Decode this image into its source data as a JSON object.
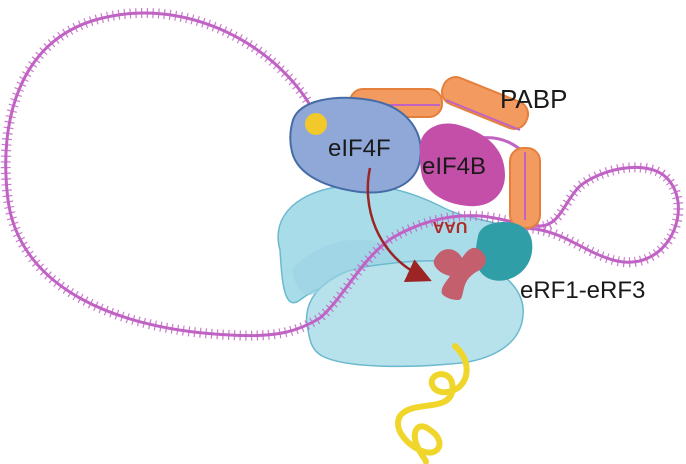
{
  "labels": {
    "pabp": "PABP",
    "eif4f": "eIF4F",
    "eif4b": "eIF4B",
    "erf": "eRF1-eRF3",
    "stop_codon": "UAA"
  },
  "colors": {
    "mrna": "#c063c4",
    "ribosome_large": "#a9dce9",
    "ribosome_small": "#b7e2ec",
    "ribosome_outline": "#6bb9cf",
    "pabp": "#f29a5f",
    "pabp_outline": "#e57f3c",
    "eif4f": "#8fa8d8",
    "eif4f_outline": "#466ca6",
    "eif4f_cap": "#f2c82a",
    "eif4b": "#c44fa9",
    "erf_teal": "#2f9ea6",
    "trna": "#c45f6e",
    "arrow": "#9c2424",
    "peptide": "#f0d52a",
    "stop_codon": "#b02a2a"
  },
  "icons": {
    "mrna_strand": "mrna-strand-icon",
    "ribosome": "ribosome-icon",
    "trna": "trna-icon",
    "peptide_chain": "peptide-chain-icon"
  }
}
